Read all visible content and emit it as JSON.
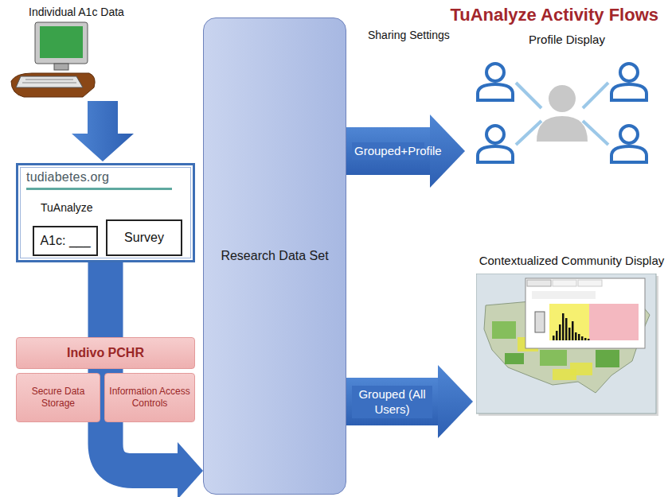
{
  "diagram": {
    "title": "TuAnalyze Activity Flows",
    "nodes": [
      {
        "text": [
          "tudiabetes.org",
          "TuAnalyze"
        ]
      },
      {
        "text": [
          "A1c: ___"
        ],
        "in": 0
      },
      {
        "text": [
          "Survey"
        ],
        "in": 0
      },
      {
        "text": [
          "Indivo PCHR"
        ]
      },
      {
        "text": [
          "Secure Data Storage"
        ]
      },
      {
        "text": [
          "Information Access Controls"
        ]
      },
      {
        "text": [
          "Research Data Set"
        ]
      },
      {
        "text": [
          "Profile Display"
        ]
      },
      {
        "text": [
          "Contextualized Community Display"
        ]
      }
    ],
    "edges": [
      {
        "from": 0,
        "to": 6,
        "arrow": "to"
      },
      {
        "from": 6,
        "to": 7,
        "label": "Grouped+Profile",
        "arrow": "to"
      },
      {
        "from": 6,
        "to": 8,
        "label": "Grouped (All Users)",
        "arrow": "to"
      }
    ],
    "labels": [
      "Individual A1c Data",
      "Sharing Settings"
    ]
  }
}
